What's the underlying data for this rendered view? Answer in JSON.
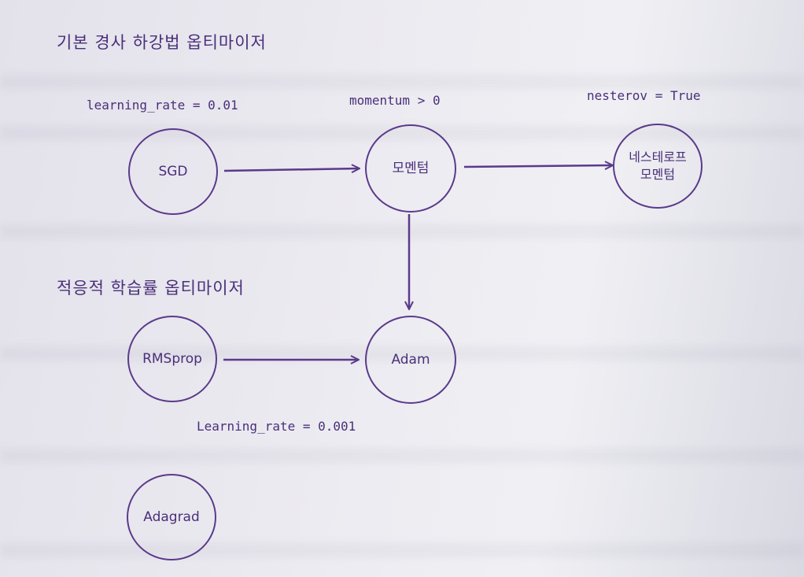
{
  "sections": {
    "basic_title": "기본 경사 하강법 옵티마이저",
    "adaptive_title": "적응적 학습률 옵티마이저"
  },
  "params": {
    "sgd_lr": "learning_rate = 0.01",
    "momentum": "momentum > 0",
    "nesterov": "nesterov = True",
    "adam_lr": "Learning_rate = 0.001"
  },
  "nodes": {
    "sgd": "SGD",
    "momentum": "모멘텀",
    "nesterov": "네스테로프\n모멘텀",
    "rmsprop": "RMSprop",
    "adam": "Adam",
    "adagrad": "Adagrad"
  },
  "colors": {
    "ink": "#4a2f7a",
    "paper": "#ecebf1"
  }
}
